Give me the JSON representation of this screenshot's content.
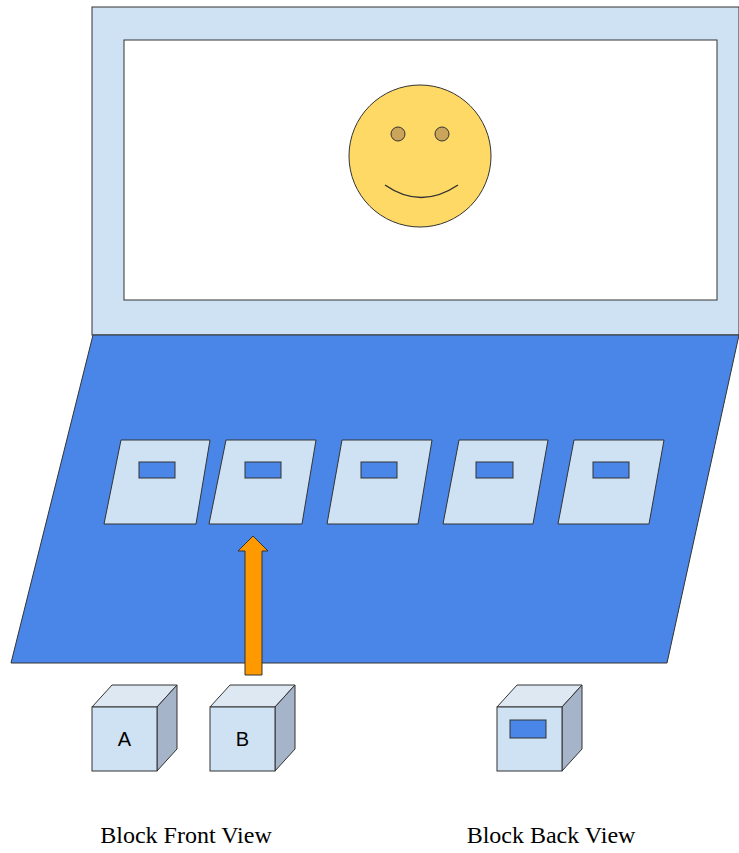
{
  "diagram": {
    "nodes": [
      {
        "text": [
          "A"
        ]
      },
      {
        "text": [
          "B"
        ]
      }
    ],
    "labels": [
      "Block Front View",
      "Block Back View"
    ]
  }
}
